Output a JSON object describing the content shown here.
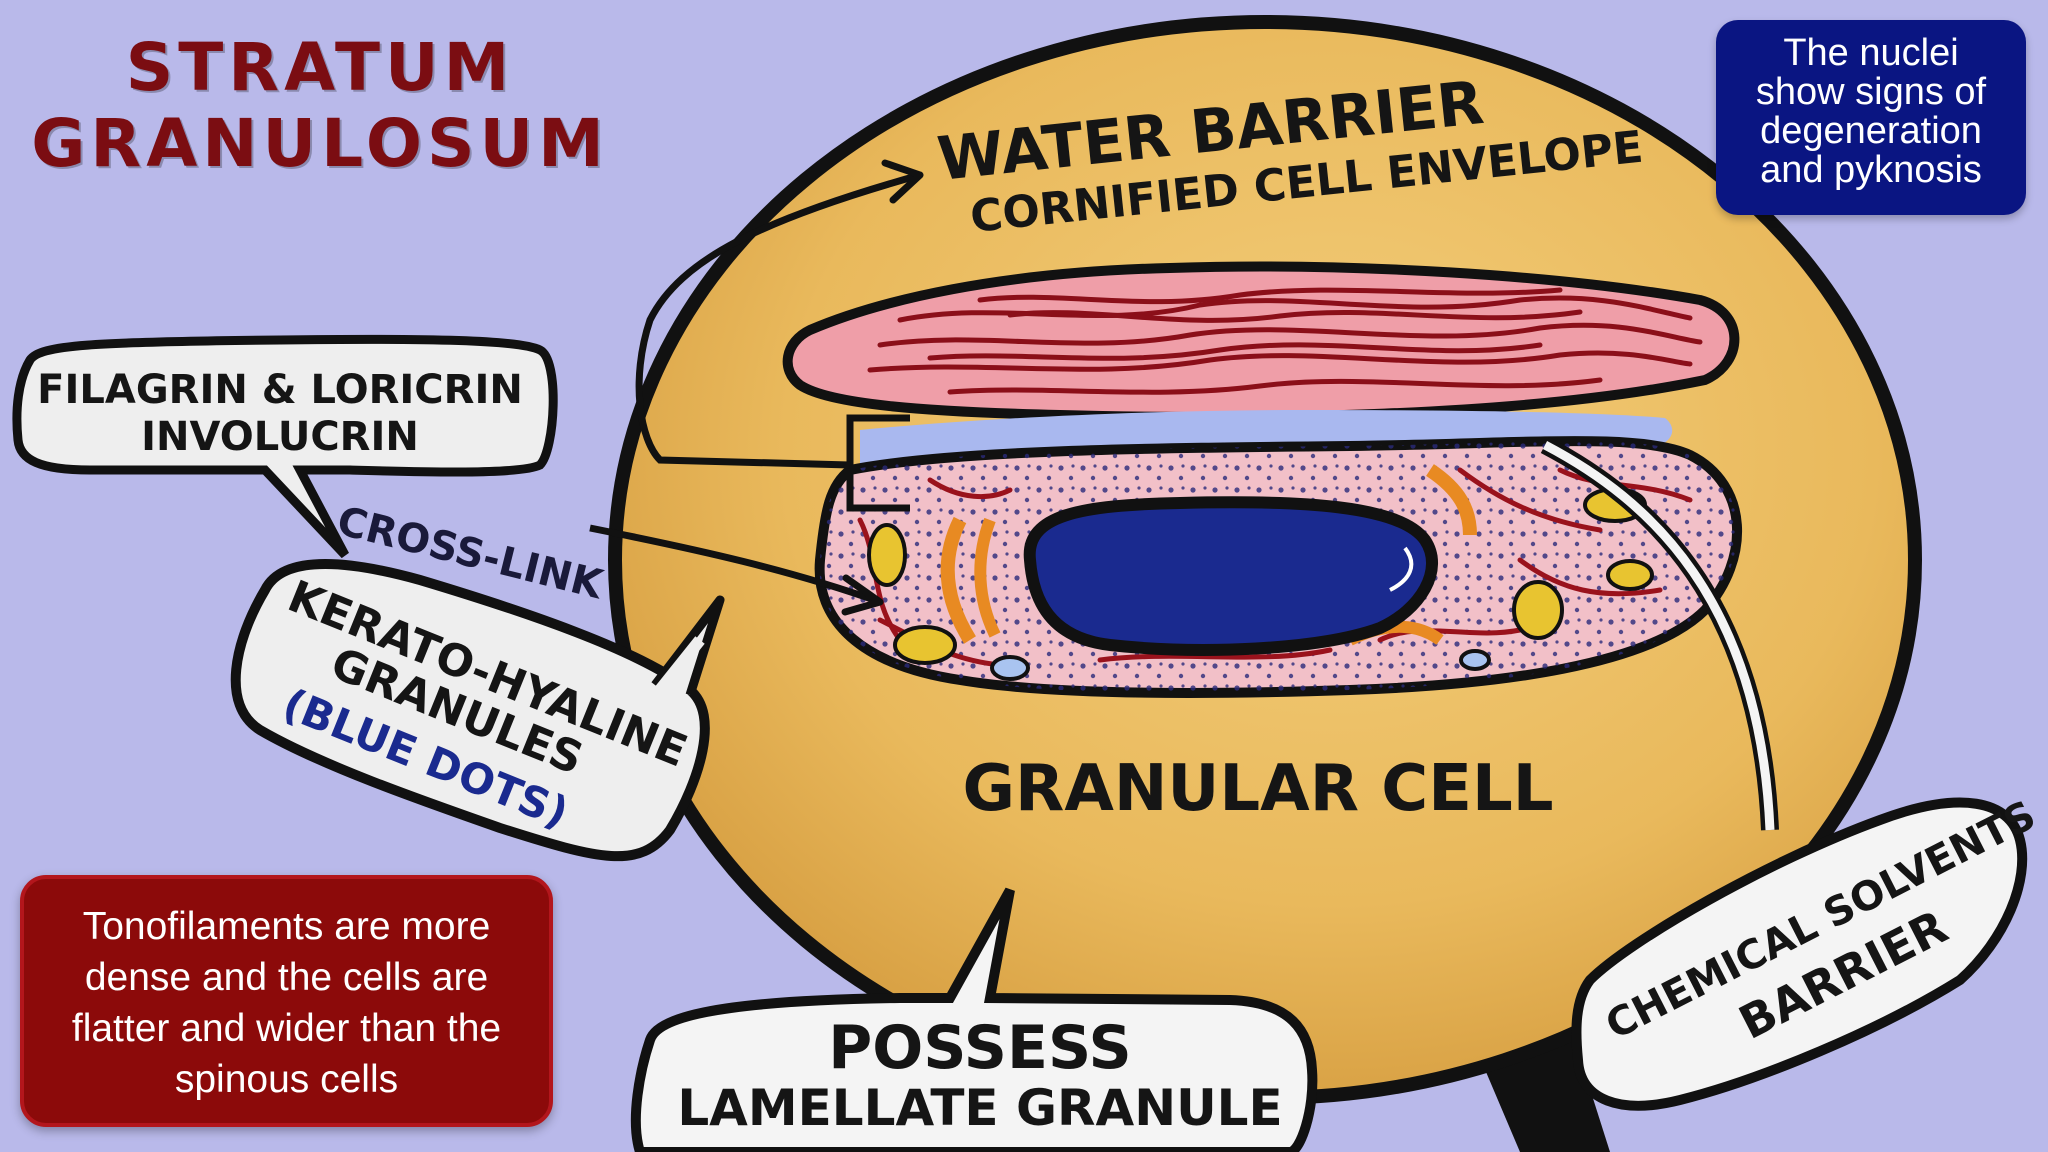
{
  "slide": {
    "title_line1": "STRATUM",
    "title_line2": "GRANULOSUM",
    "info_box": {
      "lines": [
        "The nuclei",
        "show signs of",
        "degeneration",
        "and pyknosis"
      ],
      "color": "#0a1582"
    },
    "note_box": {
      "lines": [
        "Tonofilaments are more",
        "dense and the cells are",
        "flatter and wider than the",
        "spinous cells"
      ],
      "color": "#8c0a0a"
    }
  },
  "diagram": {
    "water_barrier": "WATER BARRIER",
    "cornified_envelope": "CORNIFIED CELL ENVELOPE",
    "filagrin_line1": "FILAGRIN & LORICRIN",
    "filagrin_line2": "INVOLUCRIN",
    "cross_link": "CROSS-LINK",
    "kerato_line1": "KERATO-HYALINE",
    "kerato_line2": "GRANULES",
    "kerato_line3": "(BLUE DOTS)",
    "granular_cell": "GRANULAR CELL",
    "possess_line1": "POSSESS",
    "possess_line2": "LAMELLATE GRANULE",
    "chemical_line1": "CHEMICAL SOLVENTS",
    "chemical_line2": "BARRIER",
    "colors": {
      "background": "#b9b9ea",
      "magnifier": "#eab95c",
      "cytoplasm": "#f2c0c8",
      "nucleus": "#1a2a8f",
      "keratin": "#8b0f19",
      "membrane": "#a9b8ef"
    }
  }
}
